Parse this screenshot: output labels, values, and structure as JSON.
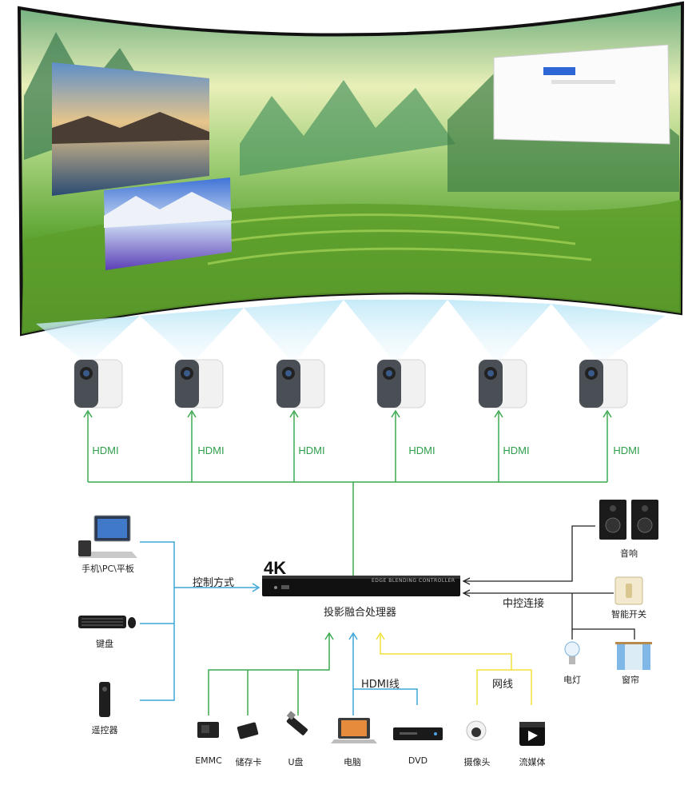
{
  "hdmi_labels": [
    "HDMI",
    "HDMI",
    "HDMI",
    "HDMI",
    "HDMI",
    "HDMI"
  ],
  "processor": {
    "resolution_badge": "4K",
    "name": "投影融合处理器",
    "device_label": "EDGE BLENDING CONTROLLER"
  },
  "control_method": "控制方式",
  "central_control": "中控连接",
  "hdmi_cable": "HDMI线",
  "network_cable": "网线",
  "inputs_left": [
    "手机\\PC\\平板",
    "键盘",
    "遥控器"
  ],
  "sources_bottom": [
    "EMMC",
    "储存卡",
    "U盘",
    "电脑",
    "DVD",
    "摄像头",
    "流媒体"
  ],
  "outputs_right": [
    "音响",
    "智能开关",
    "电灯",
    "窗帘"
  ],
  "colors": {
    "green": "#3aaa4e",
    "blue": "#3ea6d8",
    "yellow": "#f2e23a",
    "dark": "#222222"
  }
}
